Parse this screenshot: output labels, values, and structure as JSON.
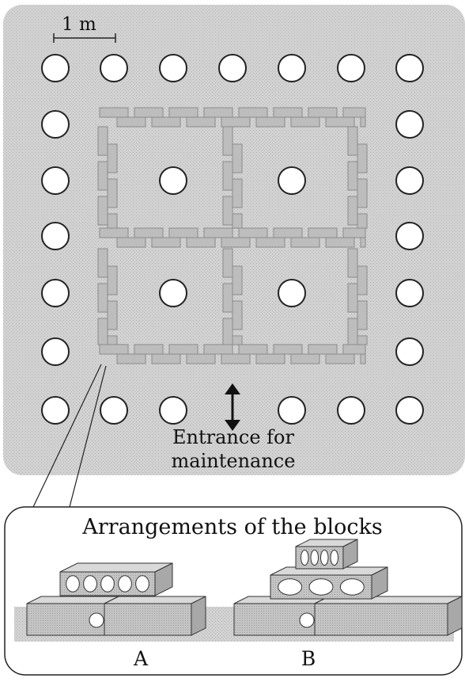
{
  "scale": {
    "label": "1 m"
  },
  "entrance": {
    "line1": "Entrance for",
    "line2": "maintenance"
  },
  "panel": {
    "title": "Arrangements of the blocks"
  },
  "arrangements": [
    {
      "label": "A"
    },
    {
      "label": "B"
    }
  ],
  "colors": {
    "ground": "#cfcfcf",
    "block": "#bdbdbd",
    "block_dark": "#8a8a8a",
    "post": "#ffffff",
    "outline": "#222222"
  }
}
